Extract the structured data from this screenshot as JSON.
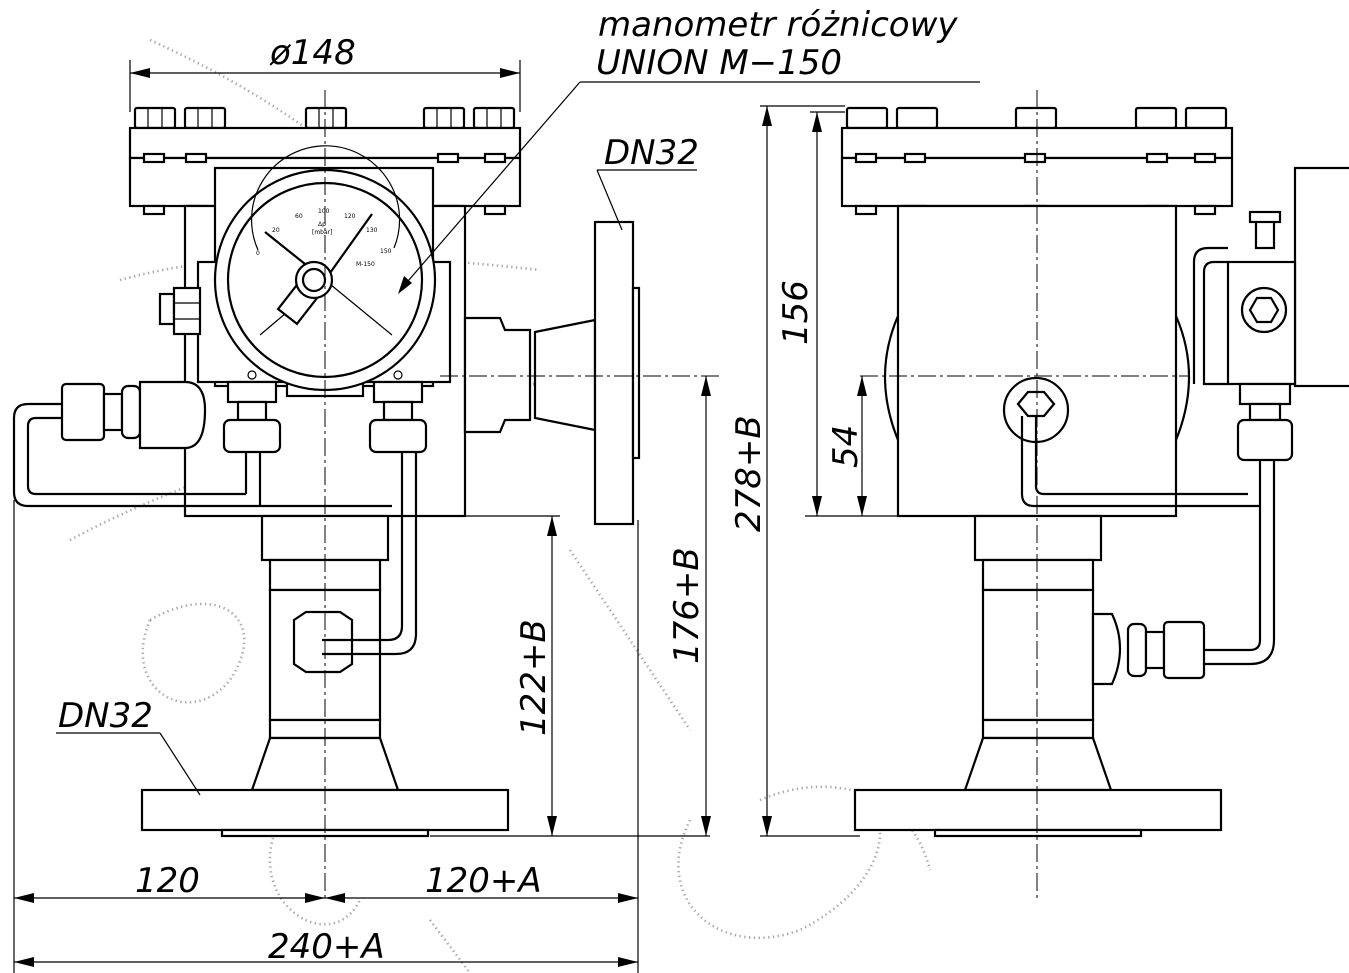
{
  "callout": {
    "line1": "manometr różnicowy",
    "line2": "UNION   M−150"
  },
  "dimensions": {
    "flange_diameter": "ø148",
    "flange_label_right": "DN32",
    "flange_label_bottom": "DN32",
    "height_122": "122+B",
    "height_176": "176+B",
    "height_278": "278+B",
    "height_156": "156",
    "height_54": "54",
    "width_left": "120",
    "width_right": "120+A",
    "width_total": "240+A"
  },
  "gauge": {
    "scale_ticks": [
      "0",
      "20",
      "60",
      "100",
      "120",
      "130",
      "150"
    ],
    "unit_top": "Δp",
    "unit": "[mbar]",
    "model": "M-150"
  },
  "colors": {
    "line": "#000000",
    "watermark": "#888888",
    "paper": "#ffffff"
  }
}
